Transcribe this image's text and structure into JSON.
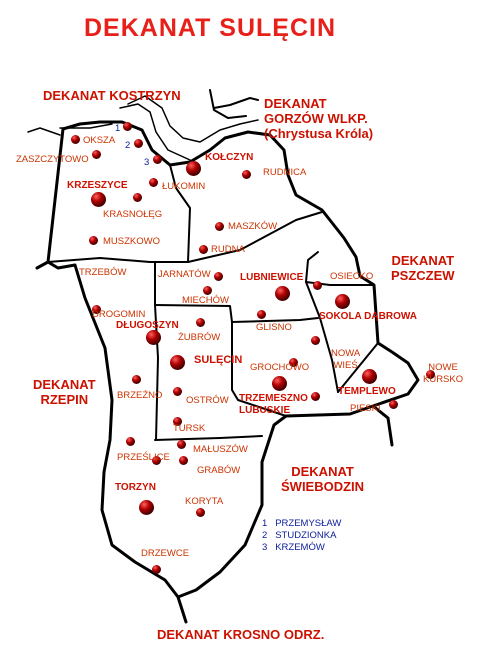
{
  "title": "DEKANAT  SULĘCIN",
  "neighbors": {
    "kostrzyn": "DEKANAT KOSTRZYN",
    "gorzow_1": "DEKANAT",
    "gorzow_2": "GORZÓW WLKP.",
    "gorzow_3": "(Chrystusa Króla)",
    "pszczew_1": "DEKANAT",
    "pszczew_2": "PSZCZEW",
    "rzepin_1": "DEKANAT",
    "rzepin_2": "RZEPIN",
    "swiebodzin_1": "DEKANAT",
    "swiebodzin_2": "ŚWIEBODZIN",
    "krosno": "DEKANAT KROSNO ODRZ."
  },
  "places": {
    "oksza": "OKSZA",
    "zaszczytowo": "ZASZCZYTOWO",
    "krzeszyce": "KRZESZYCE",
    "lukomin": "ŁUKOMIN",
    "kolczyn": "KOŁCZYN",
    "rudnica": "RUDNICA",
    "krasnoleg": "KRASNOŁĘG",
    "maszkow": "MASZKÓW",
    "muszkowo": "MUSZKOWO",
    "rudna": "RUDNA",
    "trzebow": "TRZEBÓW",
    "jarnatow": "JARNATÓW",
    "lubniewice": "LUBNIEWICE",
    "osiecko": "OSIECKO",
    "miechow": "MIECHÓW",
    "drogomin": "DROGOMIN",
    "sokola_dabrowa": "SOKOLA DĄBROWA",
    "dlugoszyn": "DŁUGOSZYN",
    "glisno": "GLISNO",
    "zubrow": "ŻUBRÓW",
    "nowa_wies_1": "NOWA",
    "nowa_wies_2": "WIEŚ",
    "sulecin": "SULĘCIN",
    "grochowo": "GROCHOWO",
    "nowe_kursko_1": "NOWE",
    "nowe_kursko_2": "KURSKO",
    "trzemeszno_1": "TRZEMESZNO",
    "trzemeszno_2": "LUBUSKIE",
    "templewo": "TEMPLEWO",
    "brzezno": "BRZEŹNO",
    "ostrow": "OSTRÓW",
    "pieski": "PIESKI",
    "tursk": "TURSK",
    "maluszow": "MAŁUSZÓW",
    "przeslice": "PRZEŚLICE",
    "grabow": "GRABÓW",
    "torzyn": "TORZYN",
    "koryta": "KORYTA",
    "drzewce": "DRZEWCE"
  },
  "map_numbers": [
    "1",
    "2",
    "3"
  ],
  "legend": [
    {
      "num": "1",
      "label": "PRZEMYSŁAW"
    },
    {
      "num": "2",
      "label": "STUDZIONKA"
    },
    {
      "num": "3",
      "label": "KRZEMÓW"
    }
  ],
  "colors": {
    "title": "#e8201a",
    "labels": "#cc3300",
    "legend": "#0b1d9a",
    "borders": "#000000"
  }
}
